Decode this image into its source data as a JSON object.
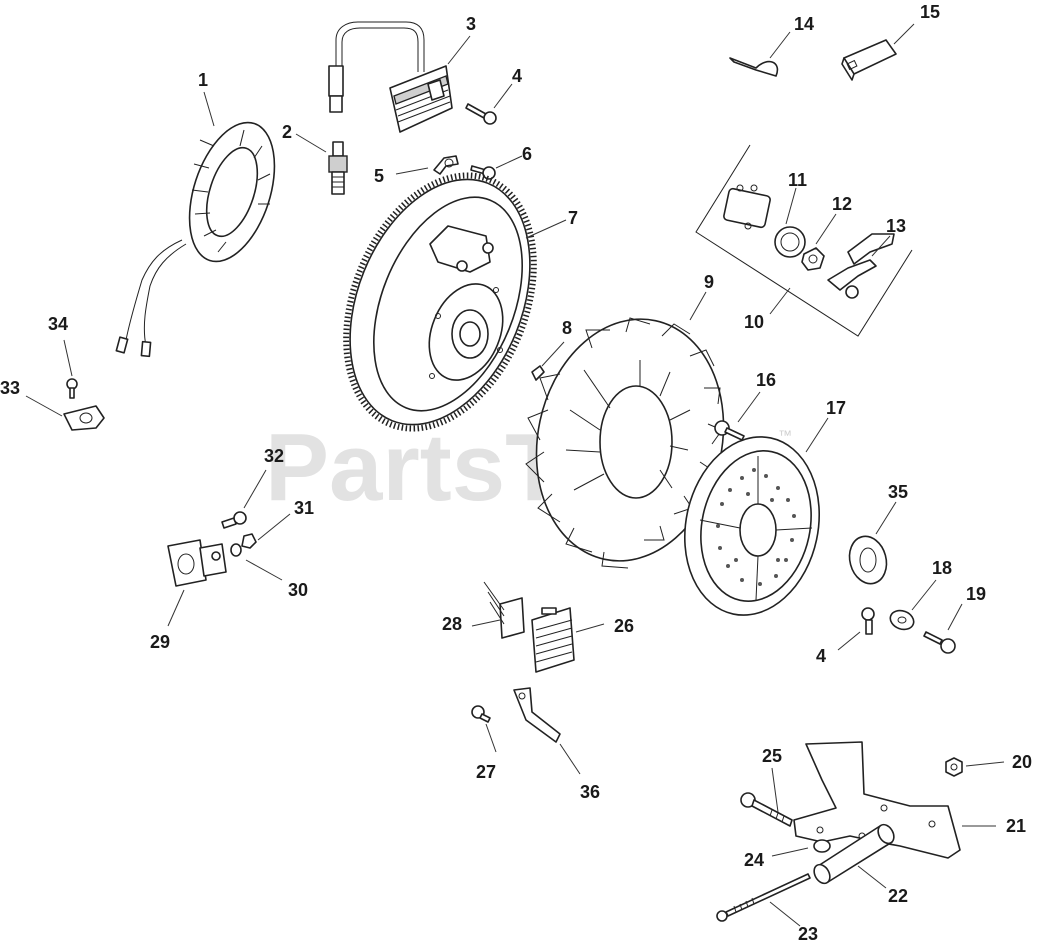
{
  "diagram": {
    "watermark": {
      "text": "PartsTree",
      "mark": "™"
    },
    "callouts": [
      "1",
      "2",
      "3",
      "4",
      "5",
      "6",
      "7",
      "8",
      "9",
      "10",
      "11",
      "12",
      "13",
      "14",
      "15",
      "16",
      "17",
      "4",
      "18",
      "19",
      "20",
      "21",
      "22",
      "23",
      "24",
      "25",
      "26",
      "27",
      "28",
      "29",
      "30",
      "31",
      "32",
      "33",
      "34",
      "35",
      "36"
    ]
  }
}
